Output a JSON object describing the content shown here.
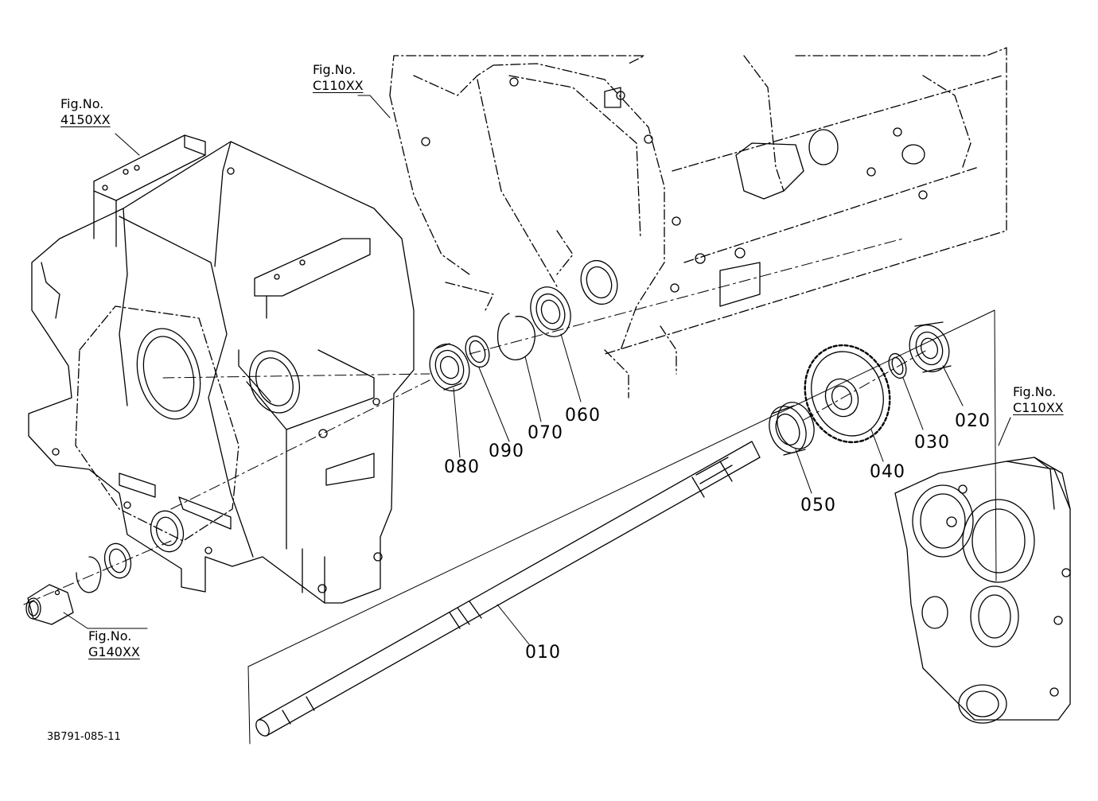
{
  "diagram": {
    "drawing_id": "3B791-085-11",
    "fig_refs": [
      {
        "id": "fig-4150",
        "title": "Fig.No.",
        "code": "4150XX"
      },
      {
        "id": "fig-c110-top",
        "title": "Fig.No.",
        "code": "C110XX"
      },
      {
        "id": "fig-c110-right",
        "title": "Fig.No.",
        "code": "C110XX"
      },
      {
        "id": "fig-g140",
        "title": "Fig.No.",
        "code": "G140XX"
      }
    ],
    "parts": [
      {
        "id": "part-010",
        "label": "010"
      },
      {
        "id": "part-020",
        "label": "020"
      },
      {
        "id": "part-030",
        "label": "030"
      },
      {
        "id": "part-040",
        "label": "040"
      },
      {
        "id": "part-050",
        "label": "050"
      },
      {
        "id": "part-060",
        "label": "060"
      },
      {
        "id": "part-070",
        "label": "070"
      },
      {
        "id": "part-080",
        "label": "080"
      },
      {
        "id": "part-090",
        "label": "090"
      }
    ]
  }
}
